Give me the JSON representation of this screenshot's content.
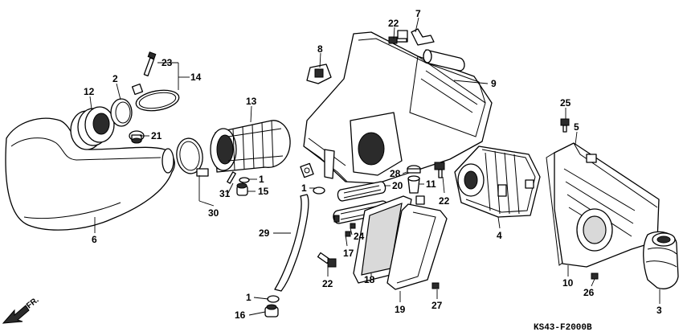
{
  "diagram": {
    "code": "KS43-F2000B",
    "direction_label": "FR.",
    "callouts": [
      {
        "id": "c7",
        "label": "7"
      },
      {
        "id": "c22a",
        "label": "22"
      },
      {
        "id": "c8",
        "label": "8"
      },
      {
        "id": "c9",
        "label": "9"
      },
      {
        "id": "c23",
        "label": "23"
      },
      {
        "id": "c14",
        "label": "14"
      },
      {
        "id": "c2",
        "label": "2"
      },
      {
        "id": "c12",
        "label": "12"
      },
      {
        "id": "c13",
        "label": "13"
      },
      {
        "id": "c21",
        "label": "21"
      },
      {
        "id": "c25",
        "label": "25"
      },
      {
        "id": "c5",
        "label": "5"
      },
      {
        "id": "c1a",
        "label": "1"
      },
      {
        "id": "c31",
        "label": "31"
      },
      {
        "id": "c15",
        "label": "15"
      },
      {
        "id": "c30",
        "label": "30"
      },
      {
        "id": "c1b",
        "label": "1"
      },
      {
        "id": "c20",
        "label": "20"
      },
      {
        "id": "c28",
        "label": "28"
      },
      {
        "id": "c11",
        "label": "11"
      },
      {
        "id": "c22b",
        "label": "22"
      },
      {
        "id": "c29",
        "label": "29"
      },
      {
        "id": "c24",
        "label": "24"
      },
      {
        "id": "c17",
        "label": "17"
      },
      {
        "id": "c4",
        "label": "4"
      },
      {
        "id": "c6",
        "label": "6"
      },
      {
        "id": "c22c",
        "label": "22"
      },
      {
        "id": "c18",
        "label": "18"
      },
      {
        "id": "c10",
        "label": "10"
      },
      {
        "id": "c26",
        "label": "26"
      },
      {
        "id": "c1c",
        "label": "1"
      },
      {
        "id": "c16",
        "label": "16"
      },
      {
        "id": "c19",
        "label": "19"
      },
      {
        "id": "c27",
        "label": "27"
      },
      {
        "id": "c3",
        "label": "3"
      }
    ]
  }
}
